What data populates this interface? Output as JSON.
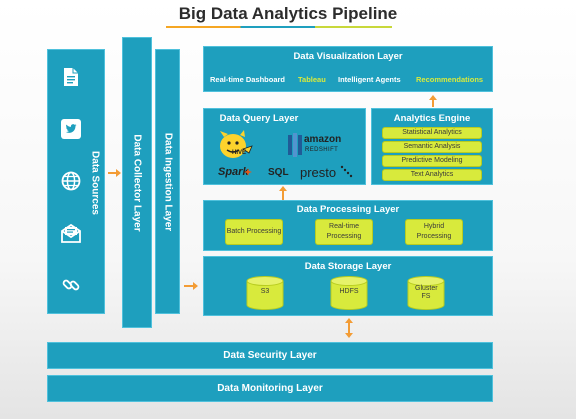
{
  "title": "Big Data Analytics Pipeline",
  "colors": {
    "panel": "#1e9fbe",
    "accent": "#d8ea3c",
    "arrow": "#f39c35",
    "title_underline": [
      "#f5a623",
      "#1e9fbe",
      "#c8d83a"
    ]
  },
  "data_sources": {
    "label": "Data Sources",
    "icons": [
      "document-icon",
      "twitter-icon",
      "globe-icon",
      "email-icon",
      "link-icon"
    ]
  },
  "collector": {
    "label": "Data Collector Layer"
  },
  "ingestion": {
    "label": "Data Ingestion Layer"
  },
  "visualization": {
    "label": "Data Visualization Layer",
    "items": [
      {
        "text": "Real-time Dashboard",
        "color": "#ffffff"
      },
      {
        "text": "Tableau",
        "color": "#d8ea3c"
      },
      {
        "text": "Intelligent Agents",
        "color": "#ffffff"
      },
      {
        "text": "Recommendations",
        "color": "#d8ea3c"
      }
    ]
  },
  "query": {
    "label": "Data Query Layer",
    "logos": {
      "hive": "HIVE",
      "amazon": "amazon",
      "redshift": "REDSHIFT",
      "spark": "Spark",
      "sql": "SQL",
      "presto": "presto"
    }
  },
  "analytics": {
    "label": "Analytics Engine",
    "items": [
      "Statistical Analytics",
      "Semantic Analysis",
      "Predictive Modeling",
      "Text Analytics"
    ]
  },
  "processing": {
    "label": "Data Processing Layer",
    "items": [
      "Batch Processing",
      "Real-time Processing",
      "Hybrid Processing"
    ]
  },
  "storage": {
    "label": "Data Storage Layer",
    "items": [
      "S3",
      "HDFS",
      "Gluster FS"
    ]
  },
  "security": {
    "label": "Data Security Layer"
  },
  "monitoring": {
    "label": "Data Monitoring Layer"
  }
}
